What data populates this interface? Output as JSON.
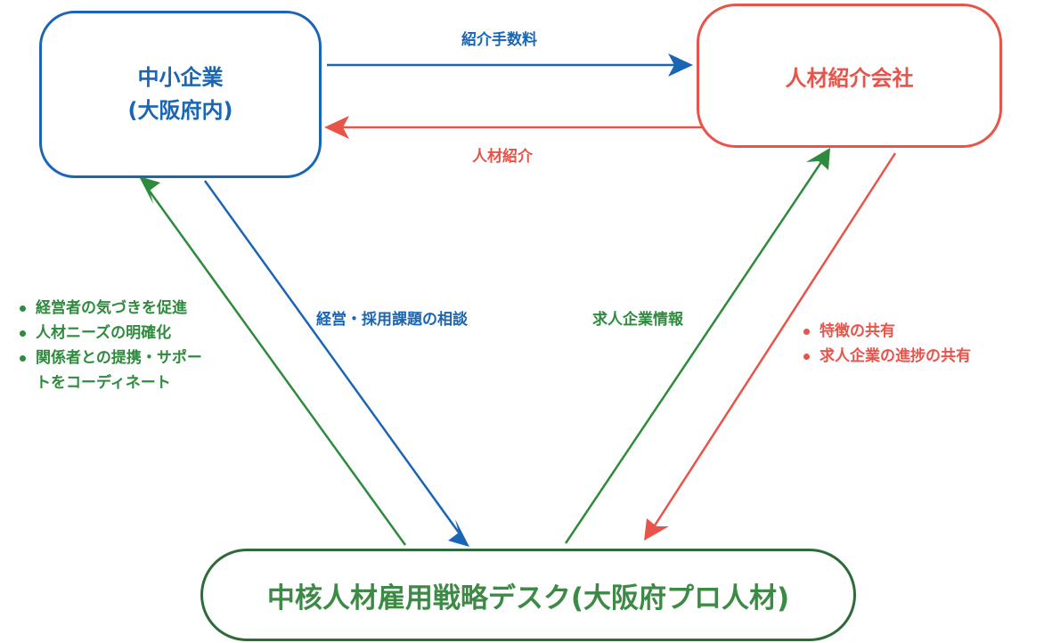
{
  "nodes": {
    "sme": {
      "line1": "中小企業",
      "line2": "(大阪府内)"
    },
    "agency": {
      "label": "人材紹介会社"
    },
    "desk": {
      "label": "中核人材雇用戦略デスク(大阪府プロ人材)"
    }
  },
  "edges": {
    "fee": "紹介手数料",
    "referral": "人材紹介",
    "consult": "経営・採用課題の相談",
    "job_info": "求人企業情報"
  },
  "left_list": [
    "経営者の気づきを促進",
    "人材ニーズの明確化",
    "関係者との提携・サポー",
    "トをコーディネート"
  ],
  "right_list": [
    "特徴の共有",
    "求人企業の進捗の共有"
  ],
  "colors": {
    "blue": "#1a66b5",
    "red": "#e8534a",
    "green": "#2e8b3e",
    "dark_green": "#2f6a3a"
  }
}
